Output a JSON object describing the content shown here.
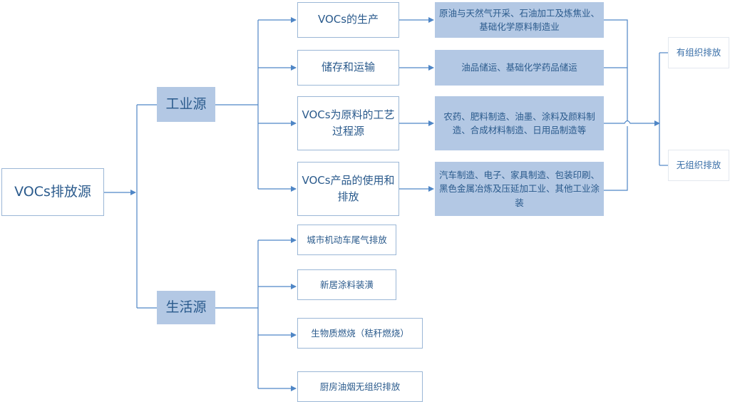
{
  "root": {
    "label": "VOCs排放源"
  },
  "categories": [
    {
      "label": "工业源",
      "children": [
        {
          "label": "VOCs的生产",
          "detail": "原油与天然气开采、石油加工及炼焦业、基础化学原料制造业"
        },
        {
          "label": "储存和运输",
          "detail": "油品储运、基础化学药品储运"
        },
        {
          "label": "VOCs为原料的工艺过程源",
          "detail": "农药、肥料制造、油墨、涂料及颜料制造、合成材料制造、日用品制造等"
        },
        {
          "label": "VOCs产品的使用和排放",
          "detail": "汽车制造、电子、家具制造、包装印刷、黑色金属冶炼及压延加工业、其他工业涂装"
        }
      ]
    },
    {
      "label": "生活源",
      "children": [
        {
          "label": "城市机动车尾气排放"
        },
        {
          "label": "新居涂料装潢"
        },
        {
          "label": "生物质燃烧（秸秆燃烧）"
        },
        {
          "label": "厨房油烟无组织排放"
        }
      ]
    }
  ],
  "outputs": [
    {
      "label": "有组织排放"
    },
    {
      "label": "无组织排放"
    }
  ],
  "colors": {
    "line": "#4f86c6",
    "box_fill": "#b3c8e4",
    "box_border": "#9bb7d6",
    "text": "#2a5a8c"
  }
}
